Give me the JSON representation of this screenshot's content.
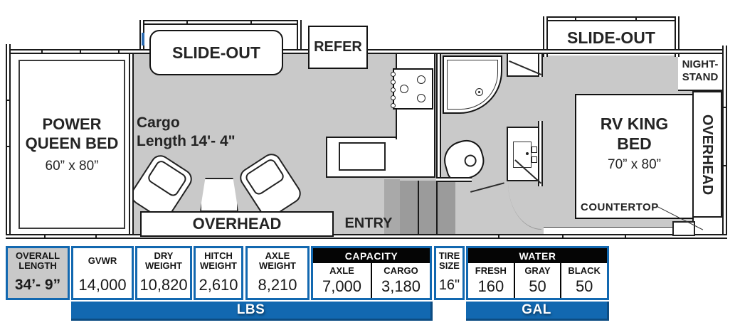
{
  "colors": {
    "accent_blue": "#1268b0",
    "accent_blue_dark": "#0c4c82",
    "floor_gray": "#c9c9c9",
    "step_gray": "#9b9b9b",
    "wall_black": "#1a1a1a",
    "header_black": "#050505"
  },
  "floorplan": {
    "slide_out_left": "SLIDE-OUT",
    "slide_out_right": "SLIDE-OUT",
    "refer": "REFER",
    "power_bed": {
      "name_line1": "POWER",
      "name_line2": "QUEEN BED",
      "size": "60” x 80”"
    },
    "cargo": {
      "line1": "Cargo",
      "line2": "Length 14'- 4\""
    },
    "overhead_living": "OVERHEAD",
    "entry": "ENTRY",
    "king_bed": {
      "name_line1": "RV KING",
      "name_line2": "BED",
      "size": "70” x 80”"
    },
    "nightstand": {
      "line1": "NIGHT-",
      "line2": "STAND"
    },
    "overhead_bedroom": "OVERHEAD",
    "countertop": "COUNTERTOP"
  },
  "specs": {
    "overall_length": {
      "label_line1": "OVERALL",
      "label_line2": "LENGTH",
      "value": "34’- 9”"
    },
    "gvwr": {
      "label": "GVWR",
      "value": "14,000"
    },
    "dry_weight": {
      "label_line1": "DRY",
      "label_line2": "WEIGHT",
      "value": "10,820"
    },
    "hitch_weight": {
      "label_line1": "HITCH",
      "label_line2": "WEIGHT",
      "value": "2,610"
    },
    "axle_weight": {
      "label_line1": "AXLE",
      "label_line2": "WEIGHT",
      "value": "8,210"
    },
    "capacity": {
      "title": "CAPACITY",
      "axle": {
        "label": "AXLE",
        "value": "7,000"
      },
      "cargo": {
        "label": "CARGO",
        "value": "3,180"
      }
    },
    "tire_size": {
      "label_line1": "TIRE",
      "label_line2": "SIZE",
      "value": "16\""
    },
    "water": {
      "title": "WATER",
      "fresh": {
        "label": "FRESH",
        "value": "160"
      },
      "gray": {
        "label": "GRAY",
        "value": "50"
      },
      "black": {
        "label": "BLACK",
        "value": "50"
      }
    },
    "unit_weights": "LBS",
    "unit_volume": "GAL"
  }
}
